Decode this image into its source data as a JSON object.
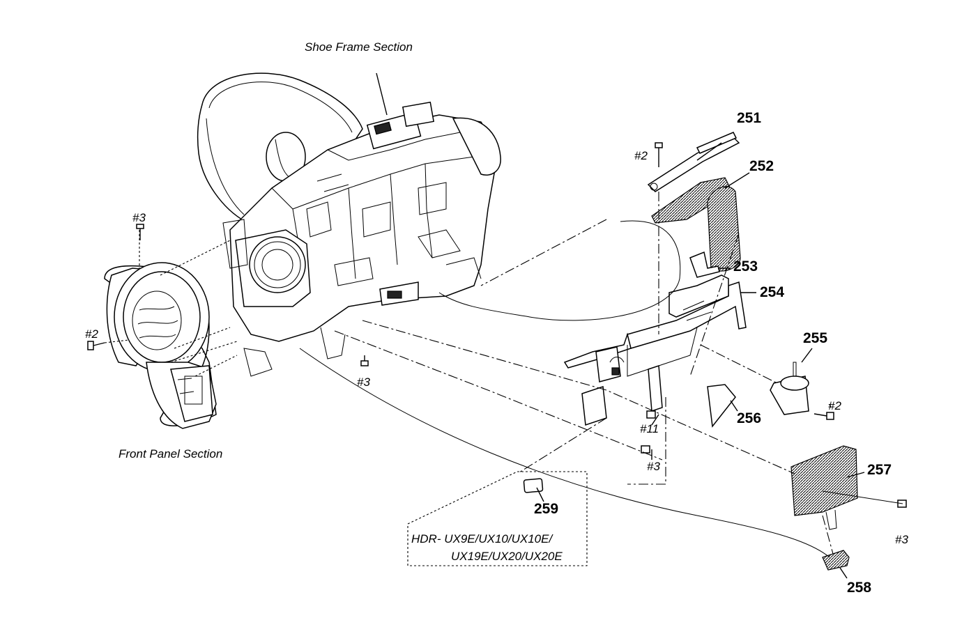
{
  "labels": {
    "shoe_frame_section": "Shoe Frame Section",
    "front_panel_section": "Front Panel Section",
    "model_note_line1": "HDR- UX9E/UX10/UX10E/",
    "model_note_line2": "UX19E/UX20/UX20E"
  },
  "parts": {
    "p251": "251",
    "p252": "252",
    "p253": "253",
    "p254": "254",
    "p255": "255",
    "p256": "256",
    "p257": "257",
    "p258": "258",
    "p259": "259"
  },
  "screws": {
    "s_top_left": "#3",
    "s_left_mid": "#2",
    "s_center_bottom": "#3",
    "s_top_right": "#2",
    "s_right_255": "#2",
    "s_mid_11": "#11",
    "s_mid_3": "#3",
    "s_right_257": "#3"
  }
}
